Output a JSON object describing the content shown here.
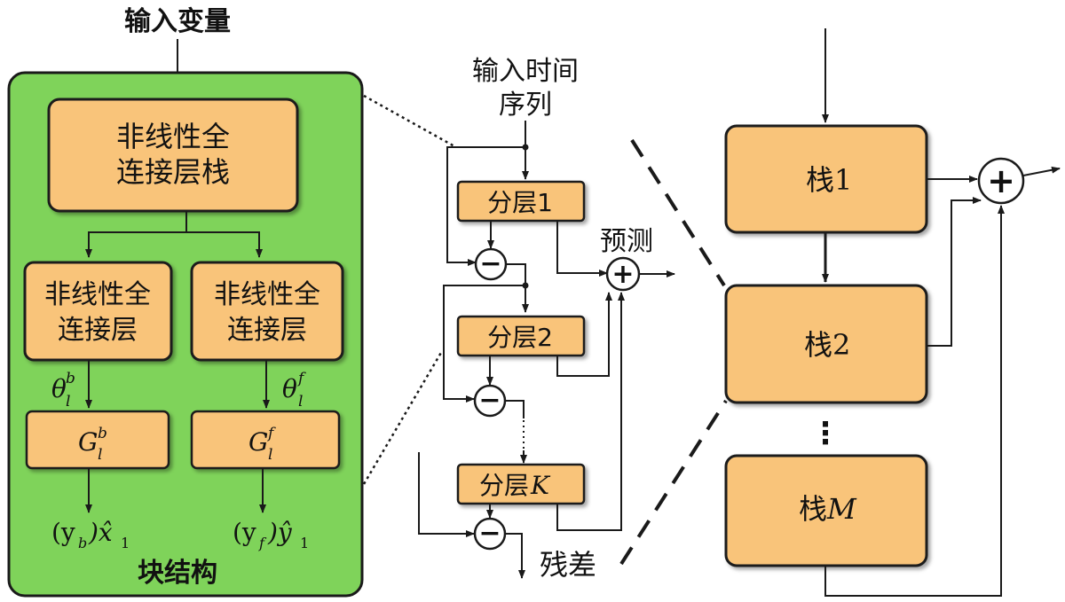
{
  "left_panel": {
    "input_label": "输入变量",
    "fc_stack_line1": "非线性全",
    "fc_stack_line2": "连接层栈",
    "fc_left_line1": "非线性全",
    "fc_left_line2": "连接层",
    "fc_right_line1": "非线性全",
    "fc_right_line2": "连接层",
    "theta_b": "θ",
    "theta_b_sub": "l",
    "theta_b_sup": "b",
    "theta_f": "θ",
    "theta_f_sub": "l",
    "theta_f_sup": "f",
    "g_b": "G",
    "g_b_sub": "l",
    "g_b_sup": "b",
    "g_f": "G",
    "g_f_sub": "l",
    "g_f_sup": "f",
    "out_left": "(y",
    "out_left_sub": "b",
    "out_left_tail": ")x̂",
    "out_left_tail_sub": "1",
    "out_right": "(y",
    "out_right_sub": "f",
    "out_right_tail": ")ŷ",
    "out_right_tail_sub": "1",
    "caption": "块结构"
  },
  "middle_panel": {
    "input_line1": "输入时间",
    "input_line2": "序列",
    "layer1": "分层1",
    "layer2": "分层2",
    "layerK_prefix": "分层",
    "layerK_var": "K",
    "prediction_label": "预测",
    "residual_label": "残差",
    "minus_symbol": "−",
    "plus_symbol": "+"
  },
  "right_panel": {
    "stack1_prefix": "栈",
    "stack1_num": "1",
    "stack2_prefix": "栈",
    "stack2_num": "2",
    "stackM_prefix": "栈",
    "stackM_var": "M",
    "ellipsis": "⋮",
    "plus_symbol": "+"
  },
  "colors": {
    "panel_green": "#7fd35a",
    "box_orange": "#f9c47a",
    "stroke": "#1a1a1a"
  }
}
